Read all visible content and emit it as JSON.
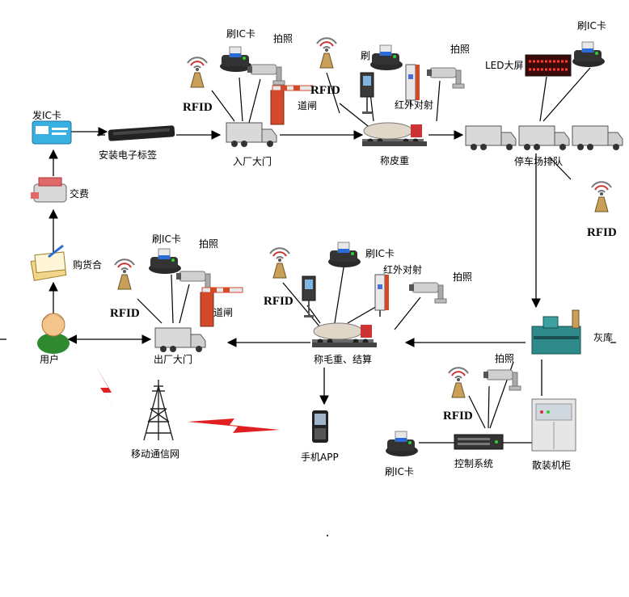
{
  "labels": {
    "issue_card": "发IC卡",
    "install_tag": "安装电子标签",
    "pay": "交费",
    "buy_ticket": "购货合",
    "user": "用户",
    "mobile_network": "移动通信网",
    "mobile_app": "手机APP",
    "entrance_gate": "入厂大门",
    "exit_gate": "出厂大门",
    "tare_weigh": "称皮重",
    "gross_weigh": "称毛重、结算",
    "parking_queue": "停车场排队",
    "ash_storage": "灰库",
    "control_system": "控制系统",
    "bulk_cabinet": "散装机柜",
    "swipe_ic": "刷IC卡",
    "swipe_short": "刷",
    "photo": "拍照",
    "rfid": "RFID",
    "barrier": "道闸",
    "infrared": "红外对射",
    "led_screen": "LED大屏"
  },
  "colors": {
    "truck_body": "#d9d9d9",
    "barrier_red": "#d24a2a",
    "signal_red": "#e02020",
    "tank_yellow": "#e8b54a",
    "led_bg": "#3a0a0a",
    "led_text": "#ff3a2a"
  }
}
